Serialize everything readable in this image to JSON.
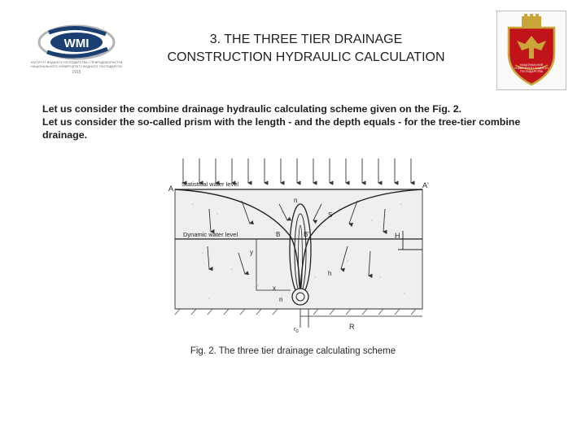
{
  "header": {
    "title_line1": "3. THE THREE TIER DRAINAGE",
    "title_line2": "CONSTRUCTION HYDRAULIC CALCULATION",
    "left_logo": {
      "acronym": "WMI",
      "fine_print_line1": "ІНСТИТУТ ВОДНОГО ГОСПОДАРСТВА І ПРИРОДОКОРИСТУВАННЯ",
      "fine_print_line2": "НАЦІОНАЛЬНОГО УНІВЕРСИТЕТУ ВОДНОГО ГОСПОДАРСТВА",
      "year": "1915",
      "colors": {
        "ring": "#1b3f73",
        "accent": "#8a8a8a"
      }
    },
    "right_crest": {
      "icon": "university-crest-icon",
      "motto": "НАЦІОНАЛЬНИЙ УНІВЕРСИТЕТ ВОДНОГО ГОСПОДАРСТВА",
      "colors": {
        "shield": "#c0141a",
        "gold": "#c9a53a"
      }
    }
  },
  "body": {
    "paragraph1": "Let us consider the combine drainage hydraulic calculating scheme given on the Fig. 2.",
    "paragraph2": "Let us consider the so-called prism with the length -  and the depth equals -  for the tree-tier combine drainage."
  },
  "figure": {
    "labels": {
      "static_level": "Statistical water level",
      "dynamic_level": "Dynamic water level",
      "A": "A",
      "A_prime": "A'",
      "B": "B",
      "B_prime": "B'",
      "n_top": "n",
      "n_bottom": "n",
      "S": "S",
      "H": "H",
      "y": "y",
      "h": "h",
      "x": "x",
      "r0": "r",
      "r0_sub": "0",
      "R": "R"
    }
  },
  "caption": "Fig. 2. The three tier drainage calculating scheme"
}
